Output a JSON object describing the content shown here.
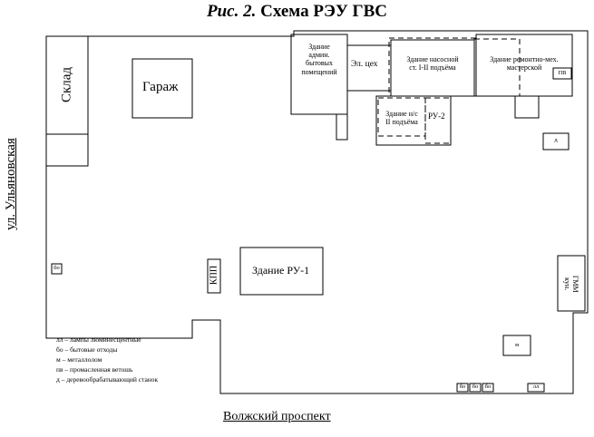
{
  "title": {
    "figure": "Рис. 2.",
    "text": "Схема РЭУ ГВС"
  },
  "labels": {
    "sklad": "Склад",
    "garazh": "Гараж",
    "admin_building": [
      "Здание",
      "админ.",
      "бытовых",
      "помещений"
    ],
    "el_ceh": "Эл. цех",
    "pump_station": [
      "Здание насосной",
      "ст. I-II подъёма"
    ],
    "repair_shop": [
      "Здание ремонтно-мех.",
      "мастерской"
    ],
    "pump_station_2": [
      "Здание н/с",
      "II подъёма"
    ],
    "ru2": "РУ-2",
    "ru1": "Здание РУ-1",
    "kpp": "КПП",
    "gmm": [
      "ГММ",
      "кун."
    ]
  },
  "markers": {
    "bo": "бо",
    "pv": "ПВ",
    "d": "д",
    "m": "м",
    "ll": "лл"
  },
  "legend": [
    "лл – лампы люминесцентные",
    "бо – бытовые отходы",
    "м – металлолом",
    "пв – промасленная ветошь",
    "д – деревообрабатывающий станок"
  ],
  "streets": {
    "left": "ул. Ульяновская",
    "bottom": "Волжский проспект"
  }
}
